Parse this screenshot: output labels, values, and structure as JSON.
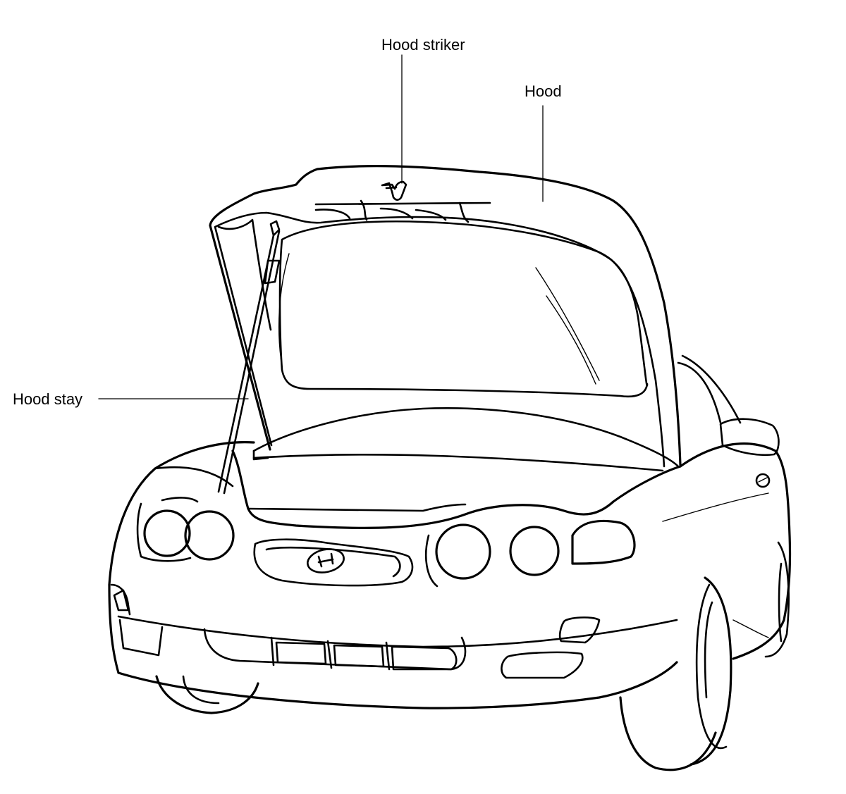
{
  "callouts": {
    "hood_striker": "Hood striker",
    "hood": "Hood",
    "hood_stay": "Hood stay"
  },
  "colors": {
    "ink": "#000000",
    "paper": "#ffffff"
  }
}
